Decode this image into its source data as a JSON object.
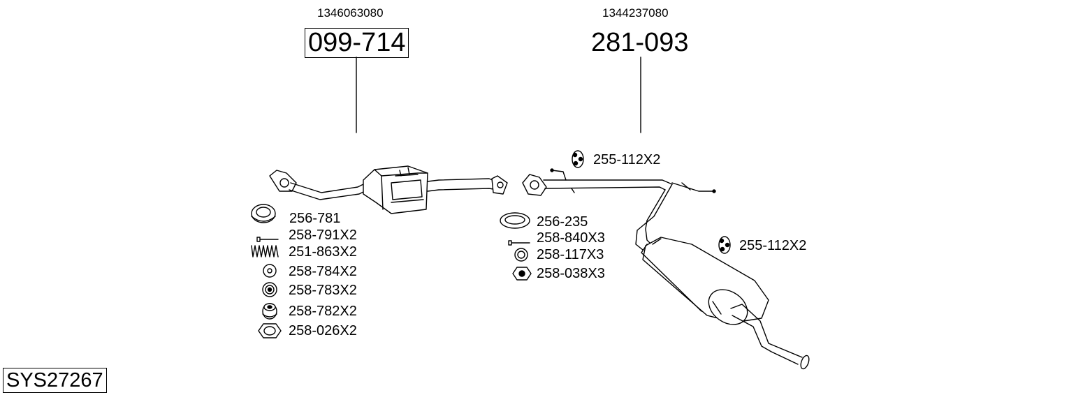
{
  "system_code": "SYS27267",
  "parts": {
    "front": {
      "oem": "1346063080",
      "number": "099-714"
    },
    "rear": {
      "oem": "1344237080",
      "number": "281-093"
    }
  },
  "front_fittings": [
    "256-781",
    "258-791X2",
    "251-863X2",
    "258-784X2",
    "258-783X2",
    "258-782X2",
    "258-026X2"
  ],
  "rear_fittings": [
    "256-235",
    "258-840X3",
    "258-117X3",
    "258-038X3"
  ],
  "hanger_labels": [
    "255-112X2",
    "255-112X2"
  ],
  "icons": [
    "gasket-ring-icon",
    "bolt-icon",
    "spring-icon",
    "washer-icon",
    "thick-washer-icon",
    "bush-icon",
    "hex-nut-icon",
    "rubber-hanger-icon",
    "catalytic-converter-icon",
    "rear-silencer-icon"
  ]
}
